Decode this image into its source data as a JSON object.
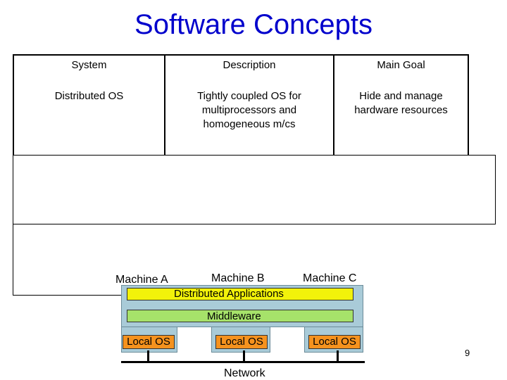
{
  "title": "Software Concepts",
  "table": {
    "headers": [
      "System",
      "Description",
      "Main Goal"
    ],
    "rows": [
      [
        "Distributed OS",
        "Tightly coupled OS for\nmultiprocessors and\nhomogeneous m/cs",
        "Hide and manage\nhardware resources"
      ]
    ]
  },
  "diagram": {
    "machines": [
      "Machine A",
      "Machine B",
      "Machine C"
    ],
    "distributed_applications": "Distributed Applications",
    "middleware": "Middleware",
    "local_os": [
      "Local OS",
      "Local OS",
      "Local OS"
    ],
    "network": "Network",
    "colors": {
      "machine_panel": "#a9cbd8",
      "application_bar": "#f2f20a",
      "middleware_bar": "#a6e26a",
      "local_os_box": "#f5921e",
      "title": "#0000cc"
    }
  },
  "page_number": "9"
}
